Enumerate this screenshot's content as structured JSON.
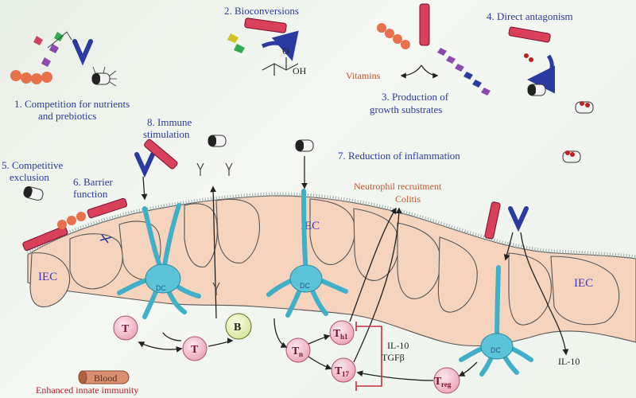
{
  "mechanisms": [
    {
      "id": "m1",
      "lines": [
        "1. Competition for nutrients",
        "and prebiotics"
      ]
    },
    {
      "id": "m2",
      "lines": [
        "2. Bioconversions"
      ]
    },
    {
      "id": "m3",
      "lines": [
        "3. Production of",
        "growth substrates"
      ]
    },
    {
      "id": "m4",
      "lines": [
        "4. Direct antagonism"
      ]
    },
    {
      "id": "m5",
      "lines": [
        "5. Competitive",
        "exclusion"
      ]
    },
    {
      "id": "m6",
      "lines": [
        "6. Barrier",
        "function"
      ]
    },
    {
      "id": "m7",
      "lines": [
        "7. Reduction of inflammation"
      ]
    },
    {
      "id": "m8",
      "lines": [
        "8. Immune",
        "stimulation"
      ]
    }
  ],
  "labels": {
    "vitamins": "Vitamins",
    "neutrophil": "Neutrophil recruitment",
    "colitis": "Colitis",
    "iec": "IEC",
    "dc": "DC",
    "il10_a": "IL-10",
    "tgfb": "TGFβ",
    "il10_b": "IL-10",
    "blood": "Blood",
    "innate": "Enhanced innate immunity",
    "oh": "OH",
    "o": "O"
  },
  "cells": {
    "t1": "T",
    "t2": "T",
    "b": "B",
    "tn": "T",
    "tn_sub": "n",
    "th1": "T",
    "th1_sub": "h1",
    "t17": "T",
    "t17_sub": "17",
    "treg": "T",
    "treg_sub": "reg"
  },
  "colors": {
    "epithelium": "#f6d3bd",
    "dendritic": "#5cc4d8",
    "tcell": "#f6c6d2",
    "bcell": "#eef5c0",
    "bacteria_red": "#d9405a",
    "bacteria_orange": "#e8704a",
    "purple": "#8a4ab0",
    "blue_y": "#2b3aa0"
  }
}
